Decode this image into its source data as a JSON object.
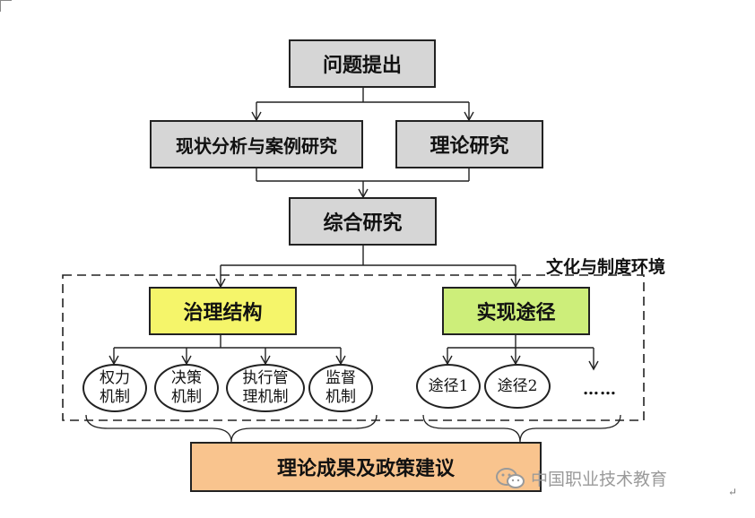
{
  "nodes": {
    "problem": "问题提出",
    "status_analysis": "现状分析与案例研究",
    "theory_research": "理论研究",
    "integrated_research": "综合研究",
    "governance_structure": "治理结构",
    "implementation_path": "实现途径",
    "outcomes": "理论成果及政策建议"
  },
  "region_label": "文化与制度环境",
  "mechanisms": [
    {
      "line1": "权力",
      "line2": "机制"
    },
    {
      "line1": "决策",
      "line2": "机制"
    },
    {
      "line1": "执行管",
      "line2": "理机制"
    },
    {
      "line1": "监督",
      "line2": "机制"
    }
  ],
  "paths": [
    "途径1",
    "途径2"
  ],
  "ellipsis": "……",
  "watermark": "中国职业技术教育",
  "colors": {
    "gray_box": "#d6d6d6",
    "yellow_box": "#f5f56a",
    "green_box": "#cdee7a",
    "orange_box": "#f9c48e"
  }
}
